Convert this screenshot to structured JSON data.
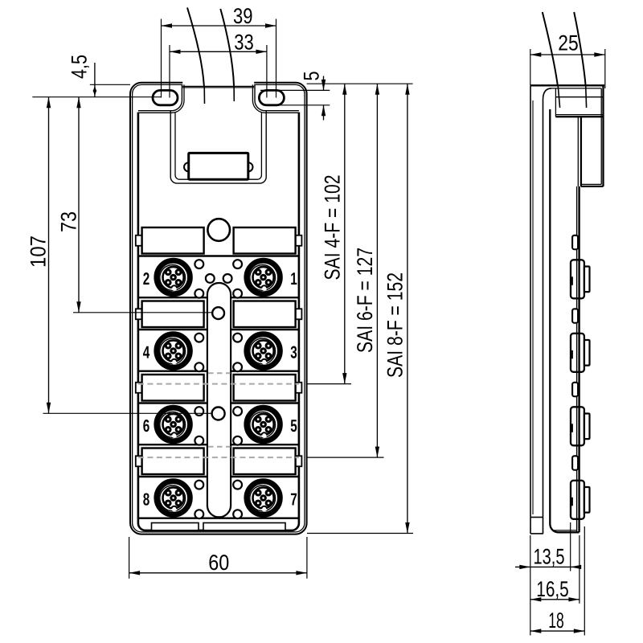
{
  "drawing": {
    "kind": "technical dimensional drawing",
    "subject": "M12 sensor/actuator distribution box (SAI passive), front view and side view",
    "units": "mm",
    "background_color": "#ffffff",
    "line_color": "#000000",
    "hidden_line_color": "#a9a9a9"
  },
  "front_view": {
    "name": "front view",
    "ports_left": [
      "2",
      "4",
      "6",
      "8"
    ],
    "ports_right": [
      "1",
      "3",
      "5",
      "7"
    ],
    "dims": {
      "mounting_span_outer": "39",
      "mounting_span_inner": "33",
      "top_edge_to_hole_center": "4,5",
      "mounting_slot_width": "5",
      "center_hole_1": "73",
      "center_hole_2": "107",
      "body_width": "60"
    },
    "variant_lengths": [
      {
        "label": "SAI 4-F = 102"
      },
      {
        "label": "SAI 6-F = 127"
      },
      {
        "label": "SAI 8-F = 152"
      }
    ]
  },
  "side_view": {
    "name": "side view",
    "dims": {
      "depth_overall_top": "25",
      "depth_to_connector_face": "13,5",
      "depth_to_housing_front": "16,5",
      "depth_overall": "18"
    }
  }
}
